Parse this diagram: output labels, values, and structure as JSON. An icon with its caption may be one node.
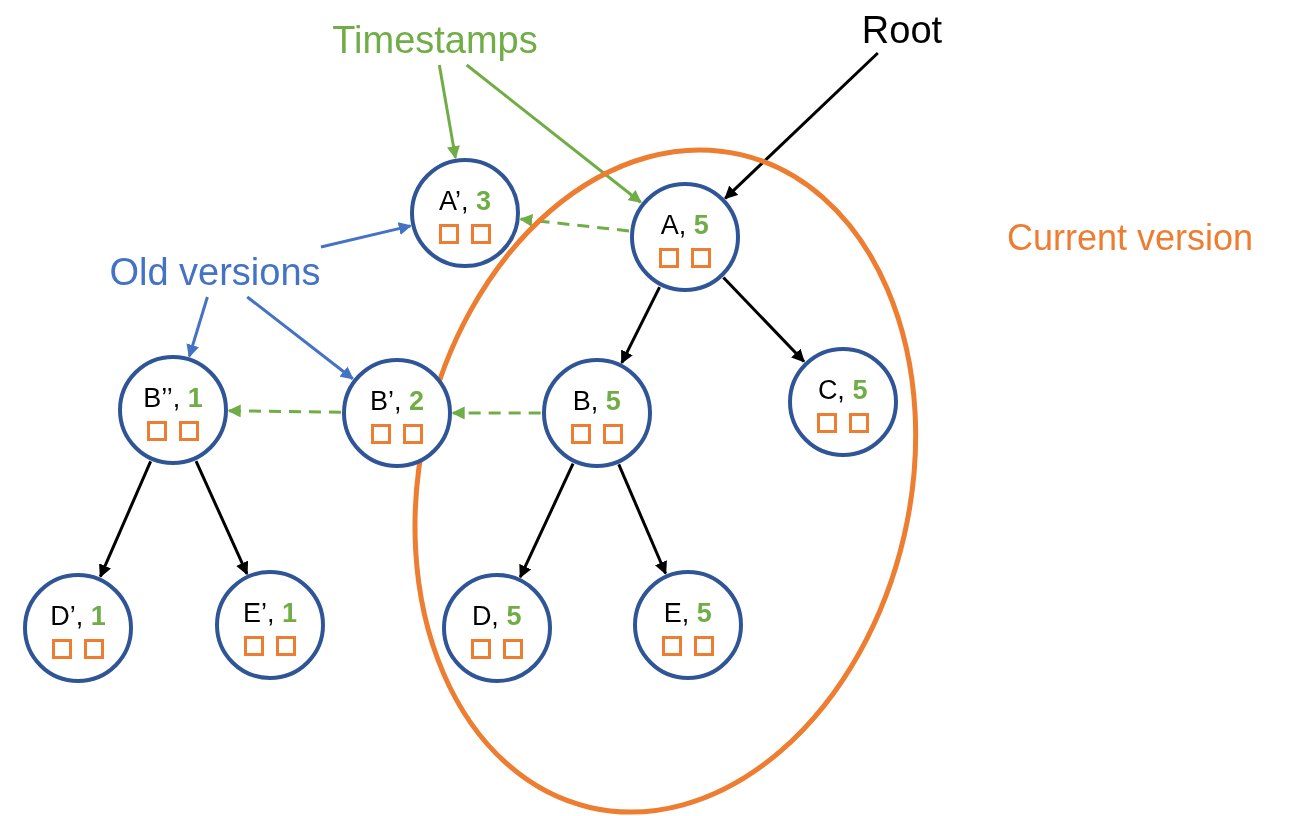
{
  "diagram": {
    "nodes": [
      {
        "text": [
          "Timestamps"
        ]
      },
      {
        "text": [
          "Root"
        ]
      },
      {
        "text": [
          "A’, **3**"
        ]
      },
      {
        "text": [
          "Current version"
        ]
      },
      {
        "text": [
          "A, **5**"
        ],
        "in": 3
      },
      {
        "text": [
          "Old versions"
        ]
      },
      {
        "text": [
          "B’’, **1**"
        ]
      },
      {
        "text": [
          "B’, **2**"
        ]
      },
      {
        "text": [
          "B, **5**"
        ],
        "in": 3
      },
      {
        "text": [
          "C, **5**"
        ],
        "in": 3
      },
      {
        "text": [
          "D’, **1**"
        ]
      },
      {
        "text": [
          "E’, **1**"
        ]
      },
      {
        "text": [
          "D, **5**"
        ],
        "in": 3
      },
      {
        "text": [
          "E, **5**"
        ],
        "in": 3
      }
    ],
    "edges": [
      {
        "from": 1,
        "to": 4,
        "arrow": "to"
      },
      {
        "from": 0,
        "to": 2,
        "arrow": "to",
        "color": "#70ad47"
      },
      {
        "from": 0,
        "to": 4,
        "arrow": "to",
        "color": "#70ad47"
      },
      {
        "from": 4,
        "to": 2,
        "arrow": "to",
        "style": "dashed",
        "color": "#70ad47"
      },
      {
        "from": 5,
        "to": 2,
        "arrow": "to",
        "color": "#4472c4"
      },
      {
        "from": 5,
        "to": 6,
        "arrow": "to",
        "color": "#4472c4"
      },
      {
        "from": 5,
        "to": 7,
        "arrow": "to",
        "color": "#4472c4"
      },
      {
        "from": 4,
        "to": 8,
        "arrow": "to"
      },
      {
        "from": 4,
        "to": 9,
        "arrow": "to"
      },
      {
        "from": 8,
        "to": 7,
        "arrow": "to",
        "style": "dashed",
        "color": "#70ad47"
      },
      {
        "from": 7,
        "to": 6,
        "arrow": "to",
        "style": "dashed",
        "color": "#70ad47"
      },
      {
        "from": 6,
        "to": 10,
        "arrow": "to"
      },
      {
        "from": 6,
        "to": 11,
        "arrow": "to"
      },
      {
        "from": 8,
        "to": 12,
        "arrow": "to"
      },
      {
        "from": 8,
        "to": 13,
        "arrow": "to"
      }
    ]
  }
}
